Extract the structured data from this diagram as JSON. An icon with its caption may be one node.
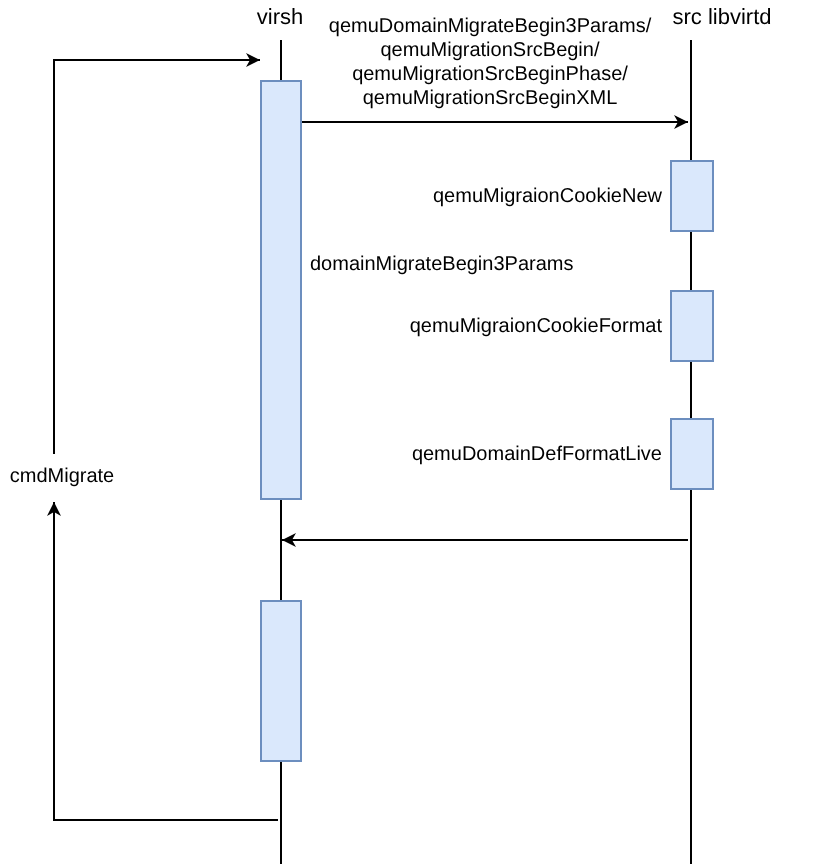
{
  "diagram": {
    "nodes": [
      {
        "text": [
          "virsh"
        ]
      },
      {
        "text": [
          "src libvirtd"
        ]
      },
      {
        "text": [
          "domainMigrateBegin3Params"
        ]
      },
      {
        "text": [
          "qemuMigraionCookieNew"
        ]
      },
      {
        "text": [
          "qemuMigraionCookieFormat"
        ]
      },
      {
        "text": [
          "qemuDomainDefFormatLive"
        ]
      },
      {
        "text": [],
        "shape": "bar"
      },
      {
        "text": [
          "cmdMigrate"
        ]
      }
    ],
    "edges": [
      {
        "from": 2,
        "to": 1,
        "arrow": "to",
        "label": "qemuDomainMigrateBegin3Params/ qemuMigrationSrcBegin/ qemuMigrationSrcBeginPhase/ qemuMigrationSrcBeginXML"
      },
      {
        "from": 1,
        "to": 0,
        "arrow": "to"
      },
      {
        "from": 0,
        "to": 7,
        "arrow": "to"
      },
      {
        "from": 7,
        "to": 2,
        "arrow": "to"
      }
    ]
  }
}
